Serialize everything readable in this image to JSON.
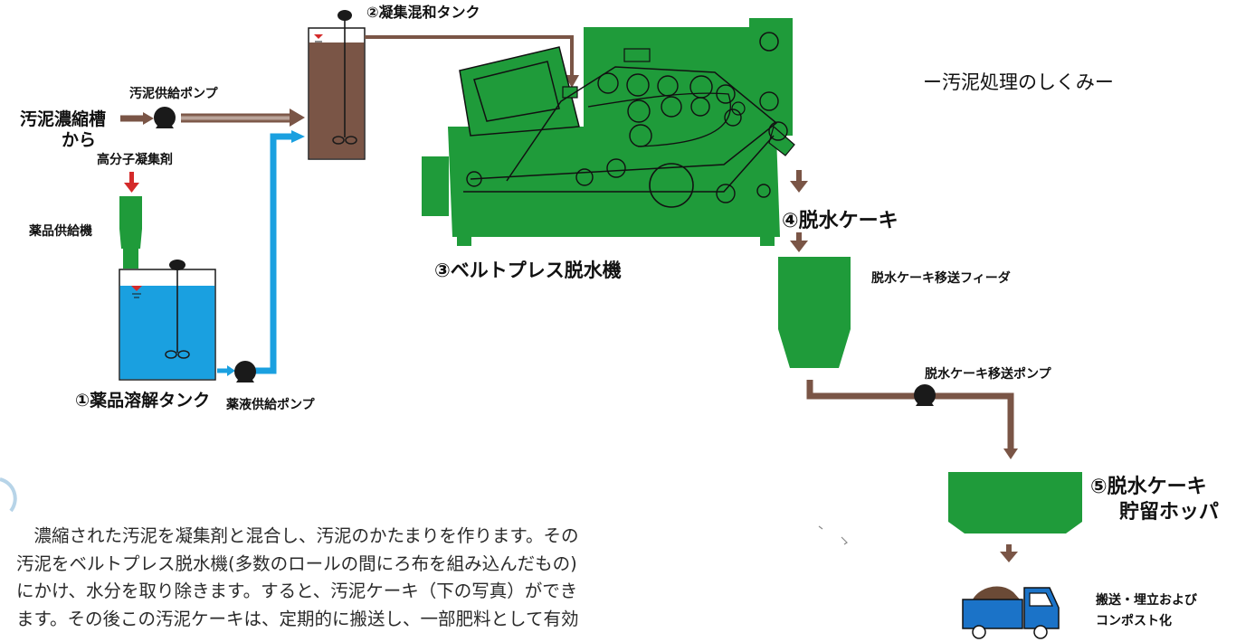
{
  "title": "ー汚泥処理のしくみー",
  "labels": {
    "sludge_source_line1": "汚泥濃縮槽",
    "sludge_source_line2": "から",
    "sludge_pump": "汚泥供給ポンプ",
    "polymer": "高分子凝集剤",
    "chem_feeder": "薬品供給機",
    "tank1": "①薬品溶解タンク",
    "chem_pump": "薬液供給ポンプ",
    "tank2": "②凝集混和タンク",
    "belt_press": "③ベルトプレス脱水機",
    "cake": "④脱水ケーキ",
    "cake_feeder": "脱水ケーキ移送フィーダ",
    "cake_pump": "脱水ケーキ移送ポンプ",
    "hopper_line1": "⑤脱水ケーキ",
    "hopper_line2": "貯留ホッパ",
    "transport_line1": "搬送・埋立および",
    "transport_line2": "コンポスト化"
  },
  "description": [
    "　濃縮された汚泥を凝集剤と混合し、汚泥のかたまりを作ります。その",
    "汚泥をベルトプレス脱水機(多数のロールの間にろ布を組み込んだもの)",
    "にかけ、水分を取り除きます。すると、汚泥ケーキ（下の写真）ができ",
    "ます。その後この汚泥ケーキは、定期的に搬送し、一部肥料として有効"
  ],
  "colors": {
    "sludge": "#7a5546",
    "chemical_liquid": "#1aa0e0",
    "machine_green": "#1f9b3a",
    "pump": "#1a1a1a",
    "polymer_arrow": "#d42a2a",
    "truck_blue": "#1b73c8"
  }
}
